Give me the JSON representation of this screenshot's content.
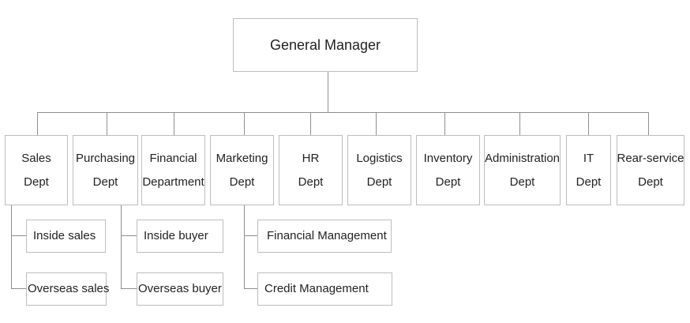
{
  "root": {
    "label": "General Manager"
  },
  "departments": [
    {
      "id": "sales",
      "line1": "Sales",
      "line2": "Dept"
    },
    {
      "id": "purchasing",
      "line1": "Purchasing",
      "line2": "Dept"
    },
    {
      "id": "financial",
      "line1": "Financial",
      "line2": "Department"
    },
    {
      "id": "marketing",
      "line1": "Marketing",
      "line2": "Dept"
    },
    {
      "id": "hr",
      "line1": "HR",
      "line2": "Dept"
    },
    {
      "id": "logistics",
      "line1": "Logistics",
      "line2": "Dept"
    },
    {
      "id": "inventory",
      "line1": "Inventory",
      "line2": "Dept"
    },
    {
      "id": "administration",
      "line1": "Administration",
      "line2": "Dept"
    },
    {
      "id": "it",
      "line1": "IT",
      "line2": "Dept"
    },
    {
      "id": "rear-service",
      "line1": "Rear-service",
      "line2": "Dept"
    }
  ],
  "sub_units": {
    "sales": [
      "Inside sales",
      "Overseas sales"
    ],
    "purchasing": [
      "Inside buyer",
      "Overseas buyer"
    ],
    "marketing": [
      "Financial Management",
      "Credit Management"
    ]
  },
  "colors": {
    "line": "#8f8f8f",
    "border": "#bdbdbd",
    "text": "#222222"
  }
}
